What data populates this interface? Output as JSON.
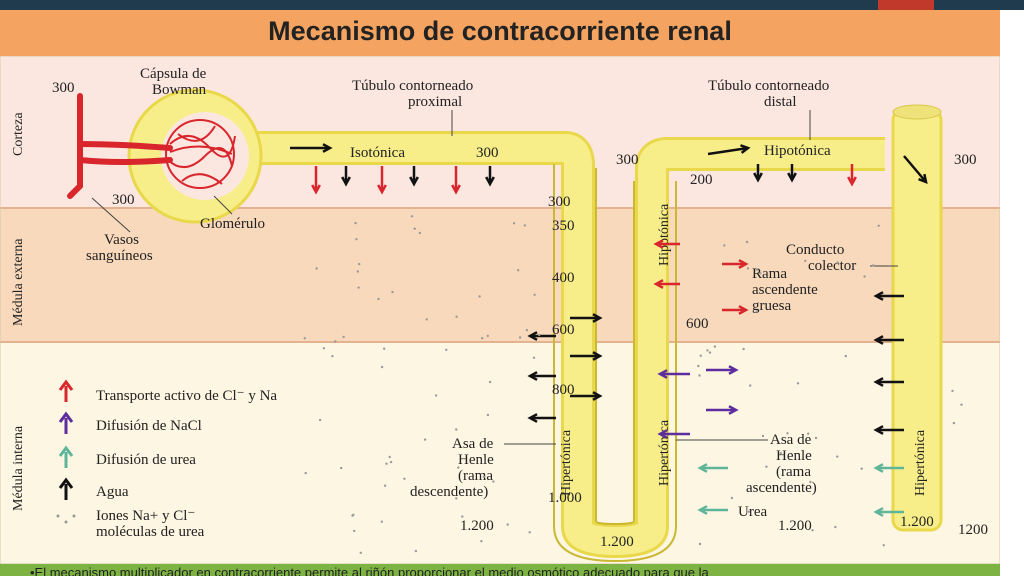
{
  "title": "Mecanismo de contracorriente renal",
  "zones": {
    "cortex": "Corteza",
    "outer": "Médula externa",
    "inner": "Médula interna"
  },
  "labels": {
    "bowman": [
      "Cápsula de",
      "Bowman"
    ],
    "proximal": [
      "Túbulo contorneado",
      "proximal"
    ],
    "distal": [
      "Túbulo contorneado",
      "distal"
    ],
    "glomerulo": "Glomérulo",
    "vasos": [
      "Vasos",
      "sanguíneos"
    ],
    "isotonica": "Isotónica",
    "hipotonica": "Hipotónica",
    "hipotonica_v": "Hipotónica",
    "hipertonica1": "Hipertónica",
    "hipertonica2": "Hipertónica",
    "hipertonica3": "Hipertónica",
    "conducto": [
      "Conducto",
      "colector"
    ],
    "rama_gruesa": [
      "Rama",
      "ascendente",
      "gruesa"
    ],
    "asa_desc": [
      "Asa de",
      "Henle",
      "(rama",
      "descendente)"
    ],
    "asa_asc": [
      "Asa de",
      "Henle",
      "(rama",
      "ascendente)"
    ],
    "urea": "Urea"
  },
  "values": {
    "v300_a": "300",
    "v300_b": "300",
    "v300_c": "300",
    "v300_d": "300",
    "v300_e": "300",
    "v300_f": "300",
    "v200": "200",
    "v350": "350",
    "v400": "400",
    "v600_a": "600",
    "v600_b": "600",
    "v800": "800",
    "v1000": "1.000",
    "v1200_a": "1.200",
    "v1200_b": "1.200",
    "v1200_c": "1.200",
    "v1200_d": "1.200",
    "v1200_e": "1200"
  },
  "legend": {
    "red": "Transporte activo de Cl⁻ y Na",
    "purple": "Difusión de NaCl",
    "green": "Difusión de urea",
    "black": "Agua",
    "dots": [
      "Iones Na+ y Cl⁻",
      "moléculas de urea"
    ]
  },
  "colors": {
    "red": "#d9262c",
    "purple": "#5b2d9e",
    "green": "#5fb59a",
    "black": "#111111",
    "tubule": "#f7ee8a",
    "tubule_edge": "#e8d84a",
    "cortex": "#fbe7e0",
    "outer": "#f9d9bb",
    "inner": "#fdf6e2"
  },
  "footer": "•El mecanismo multiplicador en contracorriente permite al riñón proporcionar el medio osmótico adecuado para que la"
}
